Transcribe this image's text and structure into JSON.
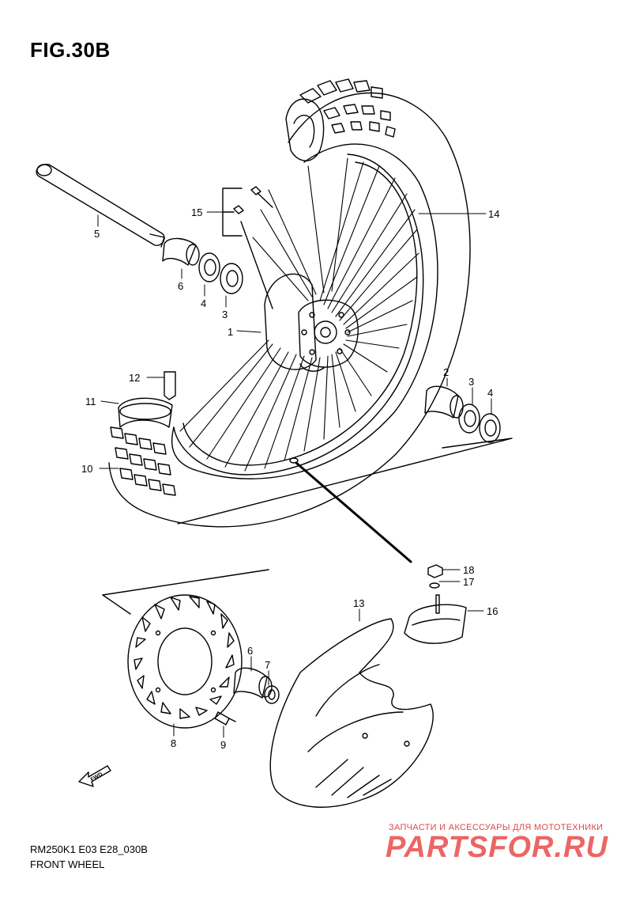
{
  "figure": {
    "title": "FIG.30B"
  },
  "callouts": [
    {
      "id": "1",
      "label": "1"
    },
    {
      "id": "2",
      "label": "2"
    },
    {
      "id": "3a",
      "label": "3"
    },
    {
      "id": "3b",
      "label": "3"
    },
    {
      "id": "4a",
      "label": "4"
    },
    {
      "id": "4b",
      "label": "4"
    },
    {
      "id": "5",
      "label": "5"
    },
    {
      "id": "6a",
      "label": "6"
    },
    {
      "id": "6b",
      "label": "6"
    },
    {
      "id": "7",
      "label": "7"
    },
    {
      "id": "8",
      "label": "8"
    },
    {
      "id": "9",
      "label": "9"
    },
    {
      "id": "10",
      "label": "10"
    },
    {
      "id": "11",
      "label": "11"
    },
    {
      "id": "12",
      "label": "12"
    },
    {
      "id": "13",
      "label": "13"
    },
    {
      "id": "14",
      "label": "14"
    },
    {
      "id": "15",
      "label": "15"
    },
    {
      "id": "16",
      "label": "16"
    },
    {
      "id": "17",
      "label": "17"
    },
    {
      "id": "18",
      "label": "18"
    }
  ],
  "fwd_marker": "FWD",
  "footer": {
    "model_code": "RM250K1 E03 E28_030B",
    "section_name": "FRONT WHEEL"
  },
  "watermark": {
    "tagline": "ЗАПЧАСТИ И АКСЕССУАРЫ ДЛЯ МОТОТЕХНИКИ",
    "brand": "PARTSFOR.RU"
  }
}
